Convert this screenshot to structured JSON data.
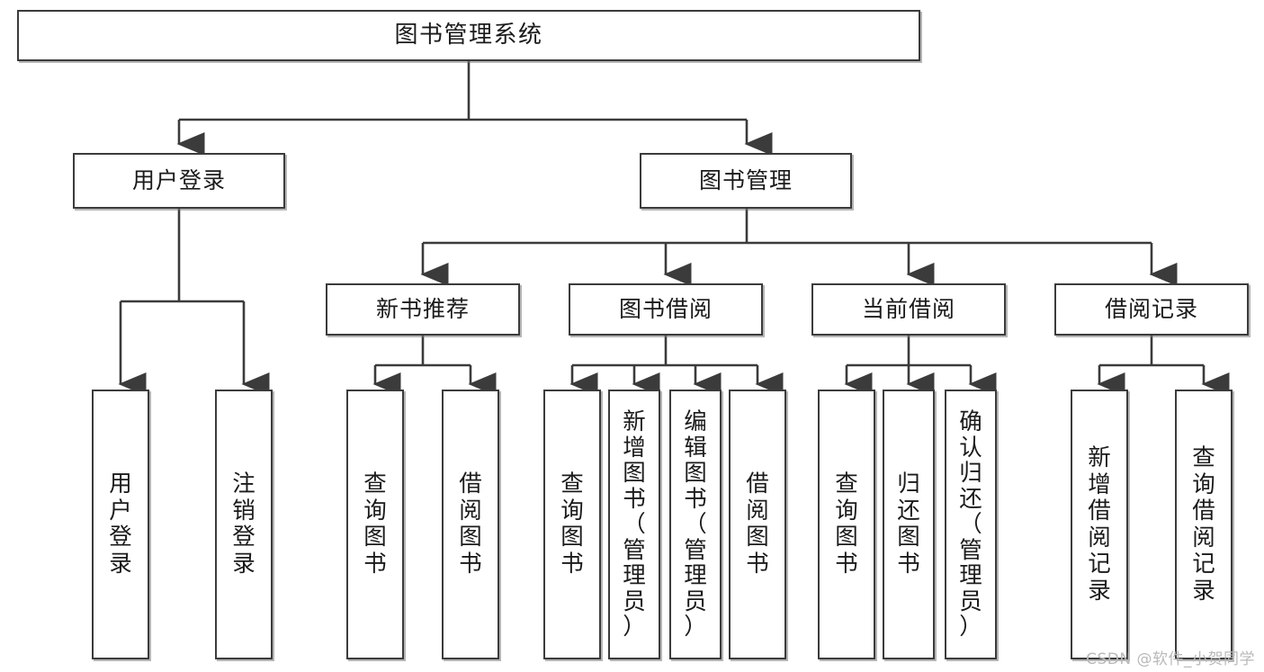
{
  "diagram": {
    "title": "图书管理系统",
    "type": "tree",
    "orientation": "top-down",
    "stroke_color": "#3b3b3b",
    "fill_color": "#ffffff",
    "text_color": "#1b1b1b"
  },
  "nodes": {
    "root": {
      "label": "图书管理系统",
      "level": 1
    },
    "user_login": {
      "label": "用户登录",
      "level": 2
    },
    "book_manage": {
      "label": "图书管理",
      "level": 2
    },
    "new_book_rec": {
      "label": "新书推荐",
      "level": 3
    },
    "book_borrow": {
      "label": "图书借阅",
      "level": 3
    },
    "current_borrow": {
      "label": "当前借阅",
      "level": 3
    },
    "borrow_record": {
      "label": "借阅记录",
      "level": 3
    }
  },
  "leaves": {
    "user_login_children": [
      {
        "label": "用户登录"
      },
      {
        "label": "注销登录"
      }
    ],
    "new_book_rec_children": [
      {
        "label": "查询图书"
      },
      {
        "label": "借阅图书"
      }
    ],
    "book_borrow_children": [
      {
        "label": "查询图书"
      },
      {
        "label": "新增图书（管理员）"
      },
      {
        "label": "编辑图书（管理员）"
      },
      {
        "label": "借阅图书"
      }
    ],
    "current_borrow_children": [
      {
        "label": "查询图书"
      },
      {
        "label": "归还图书"
      },
      {
        "label": "确认归还（管理员）"
      }
    ],
    "borrow_record_children": [
      {
        "label": "新增借阅记录"
      },
      {
        "label": "查询借阅记录"
      }
    ]
  },
  "watermark": {
    "text": "CSDN @软件_小贺同学"
  }
}
